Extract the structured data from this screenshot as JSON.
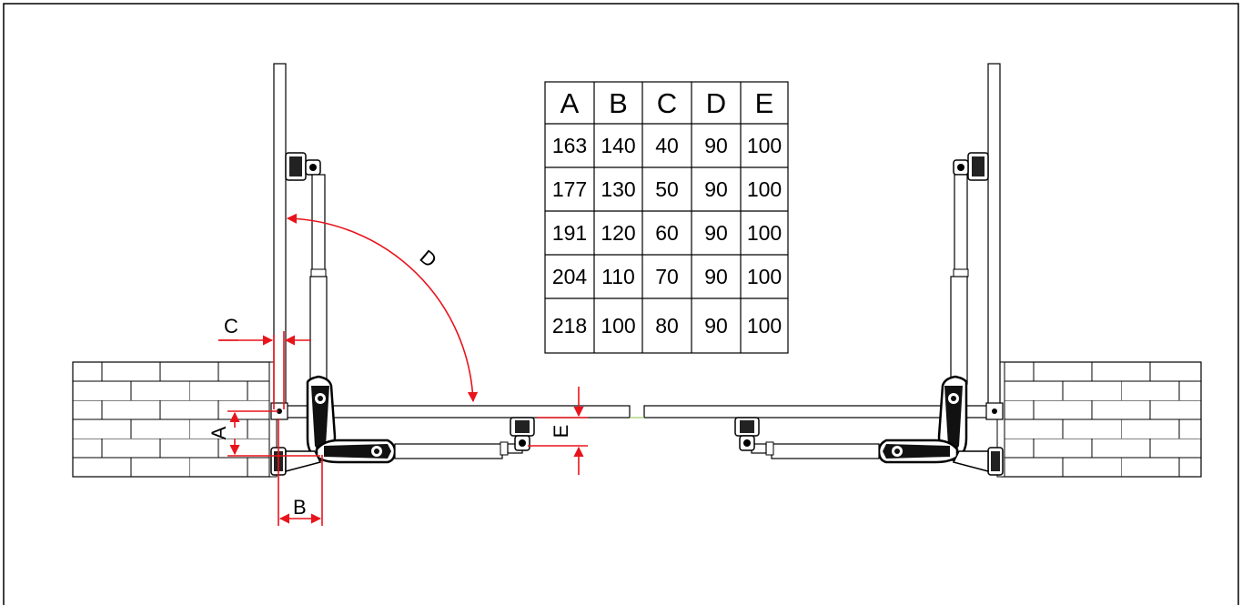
{
  "dimension_labels": {
    "a": "A",
    "b": "B",
    "c": "C",
    "d": "D",
    "e": "E"
  },
  "table": {
    "headers": [
      "A",
      "B",
      "C",
      "D",
      "E"
    ],
    "rows": [
      [
        "163",
        "140",
        "40",
        "90",
        "100"
      ],
      [
        "177",
        "130",
        "50",
        "90",
        "100"
      ],
      [
        "191",
        "120",
        "60",
        "90",
        "100"
      ],
      [
        "204",
        "110",
        "70",
        "90",
        "100"
      ],
      [
        "218",
        "100",
        "80",
        "90",
        "100"
      ]
    ]
  },
  "colors": {
    "line": "#000000",
    "dimension": "#e8141c",
    "gap": "#9ccc65"
  }
}
